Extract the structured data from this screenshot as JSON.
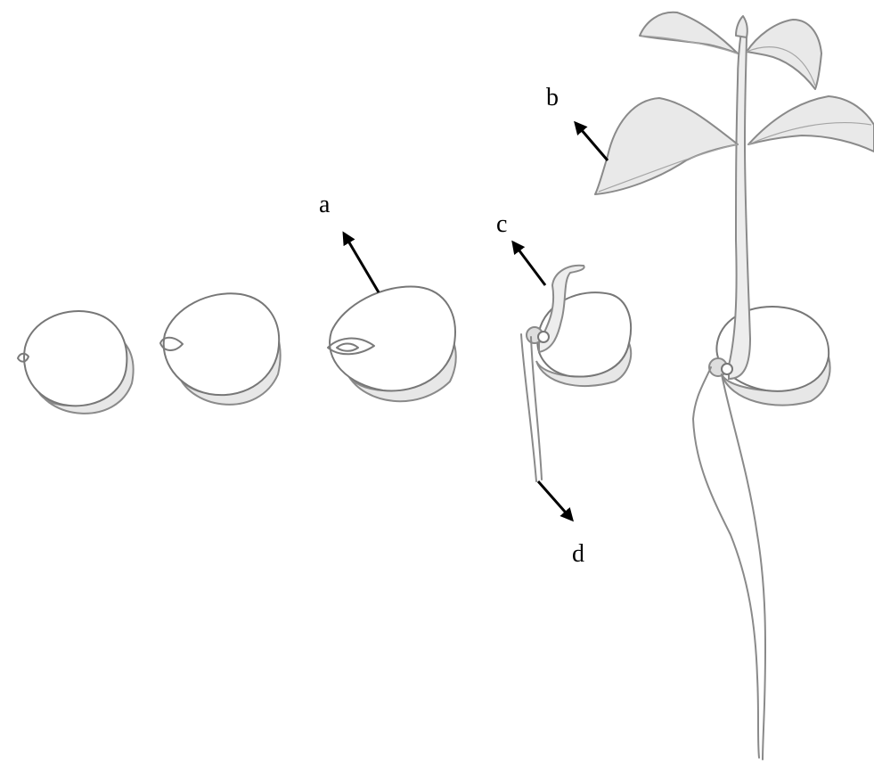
{
  "labels": {
    "a": "a",
    "b": "b",
    "c": "c",
    "d": "d"
  },
  "colors": {
    "background": "#ffffff",
    "outline": "#7a7a7a",
    "shading": "#e5e5e5",
    "arrow": "#000000"
  }
}
